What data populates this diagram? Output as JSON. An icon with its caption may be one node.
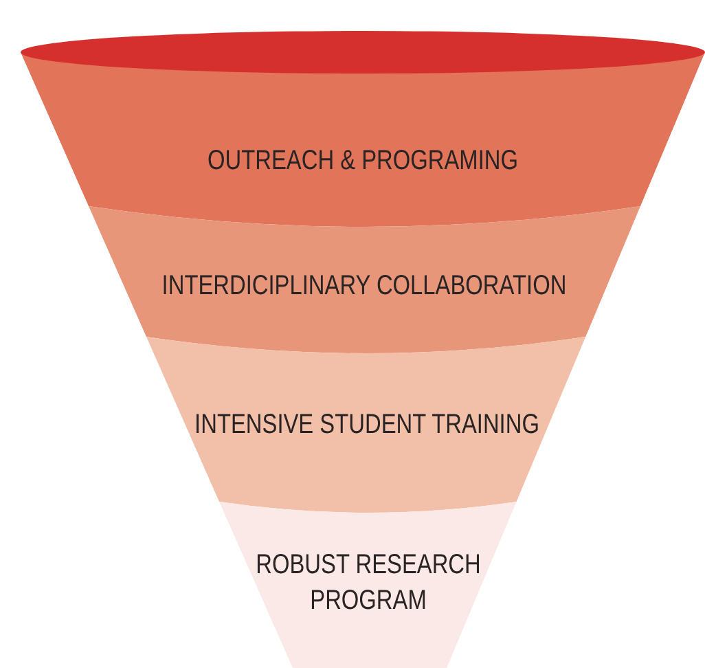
{
  "diagram": {
    "nodes": [
      {
        "text": [],
        "shape": "ellipse"
      },
      {
        "text": [
          "OUTREACH & PROGRAMING"
        ]
      },
      {
        "text": [
          "INTERDICIPLINARY COLLABORATION"
        ]
      },
      {
        "text": [
          "INTENSIVE STUDENT TRAINING"
        ]
      },
      {
        "text": [
          "ROBUST RESEARCH PROGRAM"
        ]
      }
    ]
  }
}
